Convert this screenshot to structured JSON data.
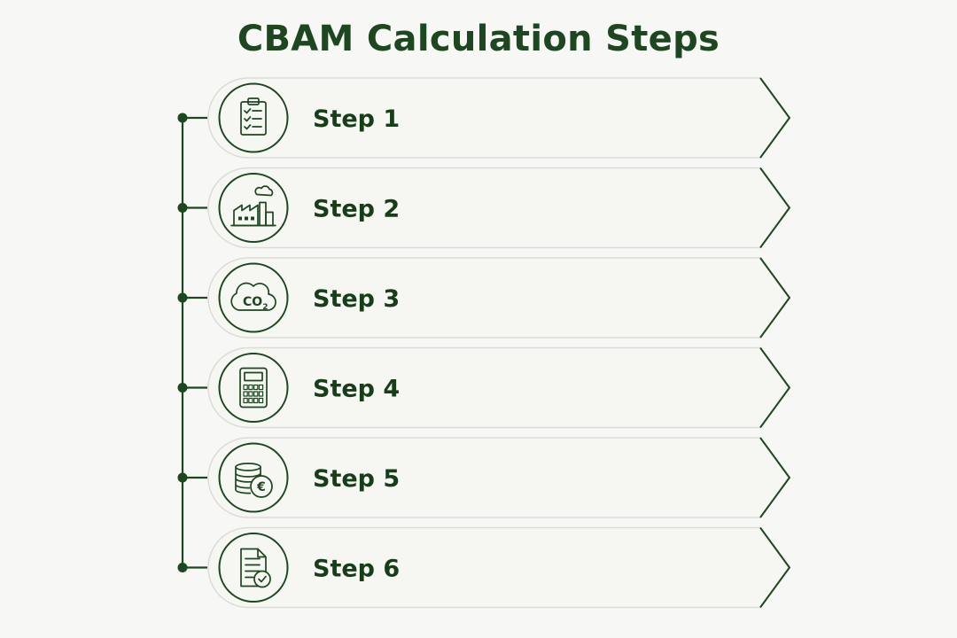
{
  "title": "CBAM Calculation Steps",
  "colors": {
    "primary": "#1e4620",
    "panel_fill": "#f6f6f3",
    "panel_border": "#dcdcd6",
    "background": "#f7f7f5"
  },
  "steps": [
    {
      "label": "Step 1",
      "icon": "clipboard-checklist-icon"
    },
    {
      "label": "Step 2",
      "icon": "factory-emissions-icon"
    },
    {
      "label": "Step 3",
      "icon": "co2-cloud-icon"
    },
    {
      "label": "Step 4",
      "icon": "calculator-icon"
    },
    {
      "label": "Step 5",
      "icon": "coins-euro-icon"
    },
    {
      "label": "Step 6",
      "icon": "document-check-icon"
    }
  ],
  "co2_text": {
    "main": "CO",
    "sub": "2"
  },
  "euro_symbol": "€"
}
